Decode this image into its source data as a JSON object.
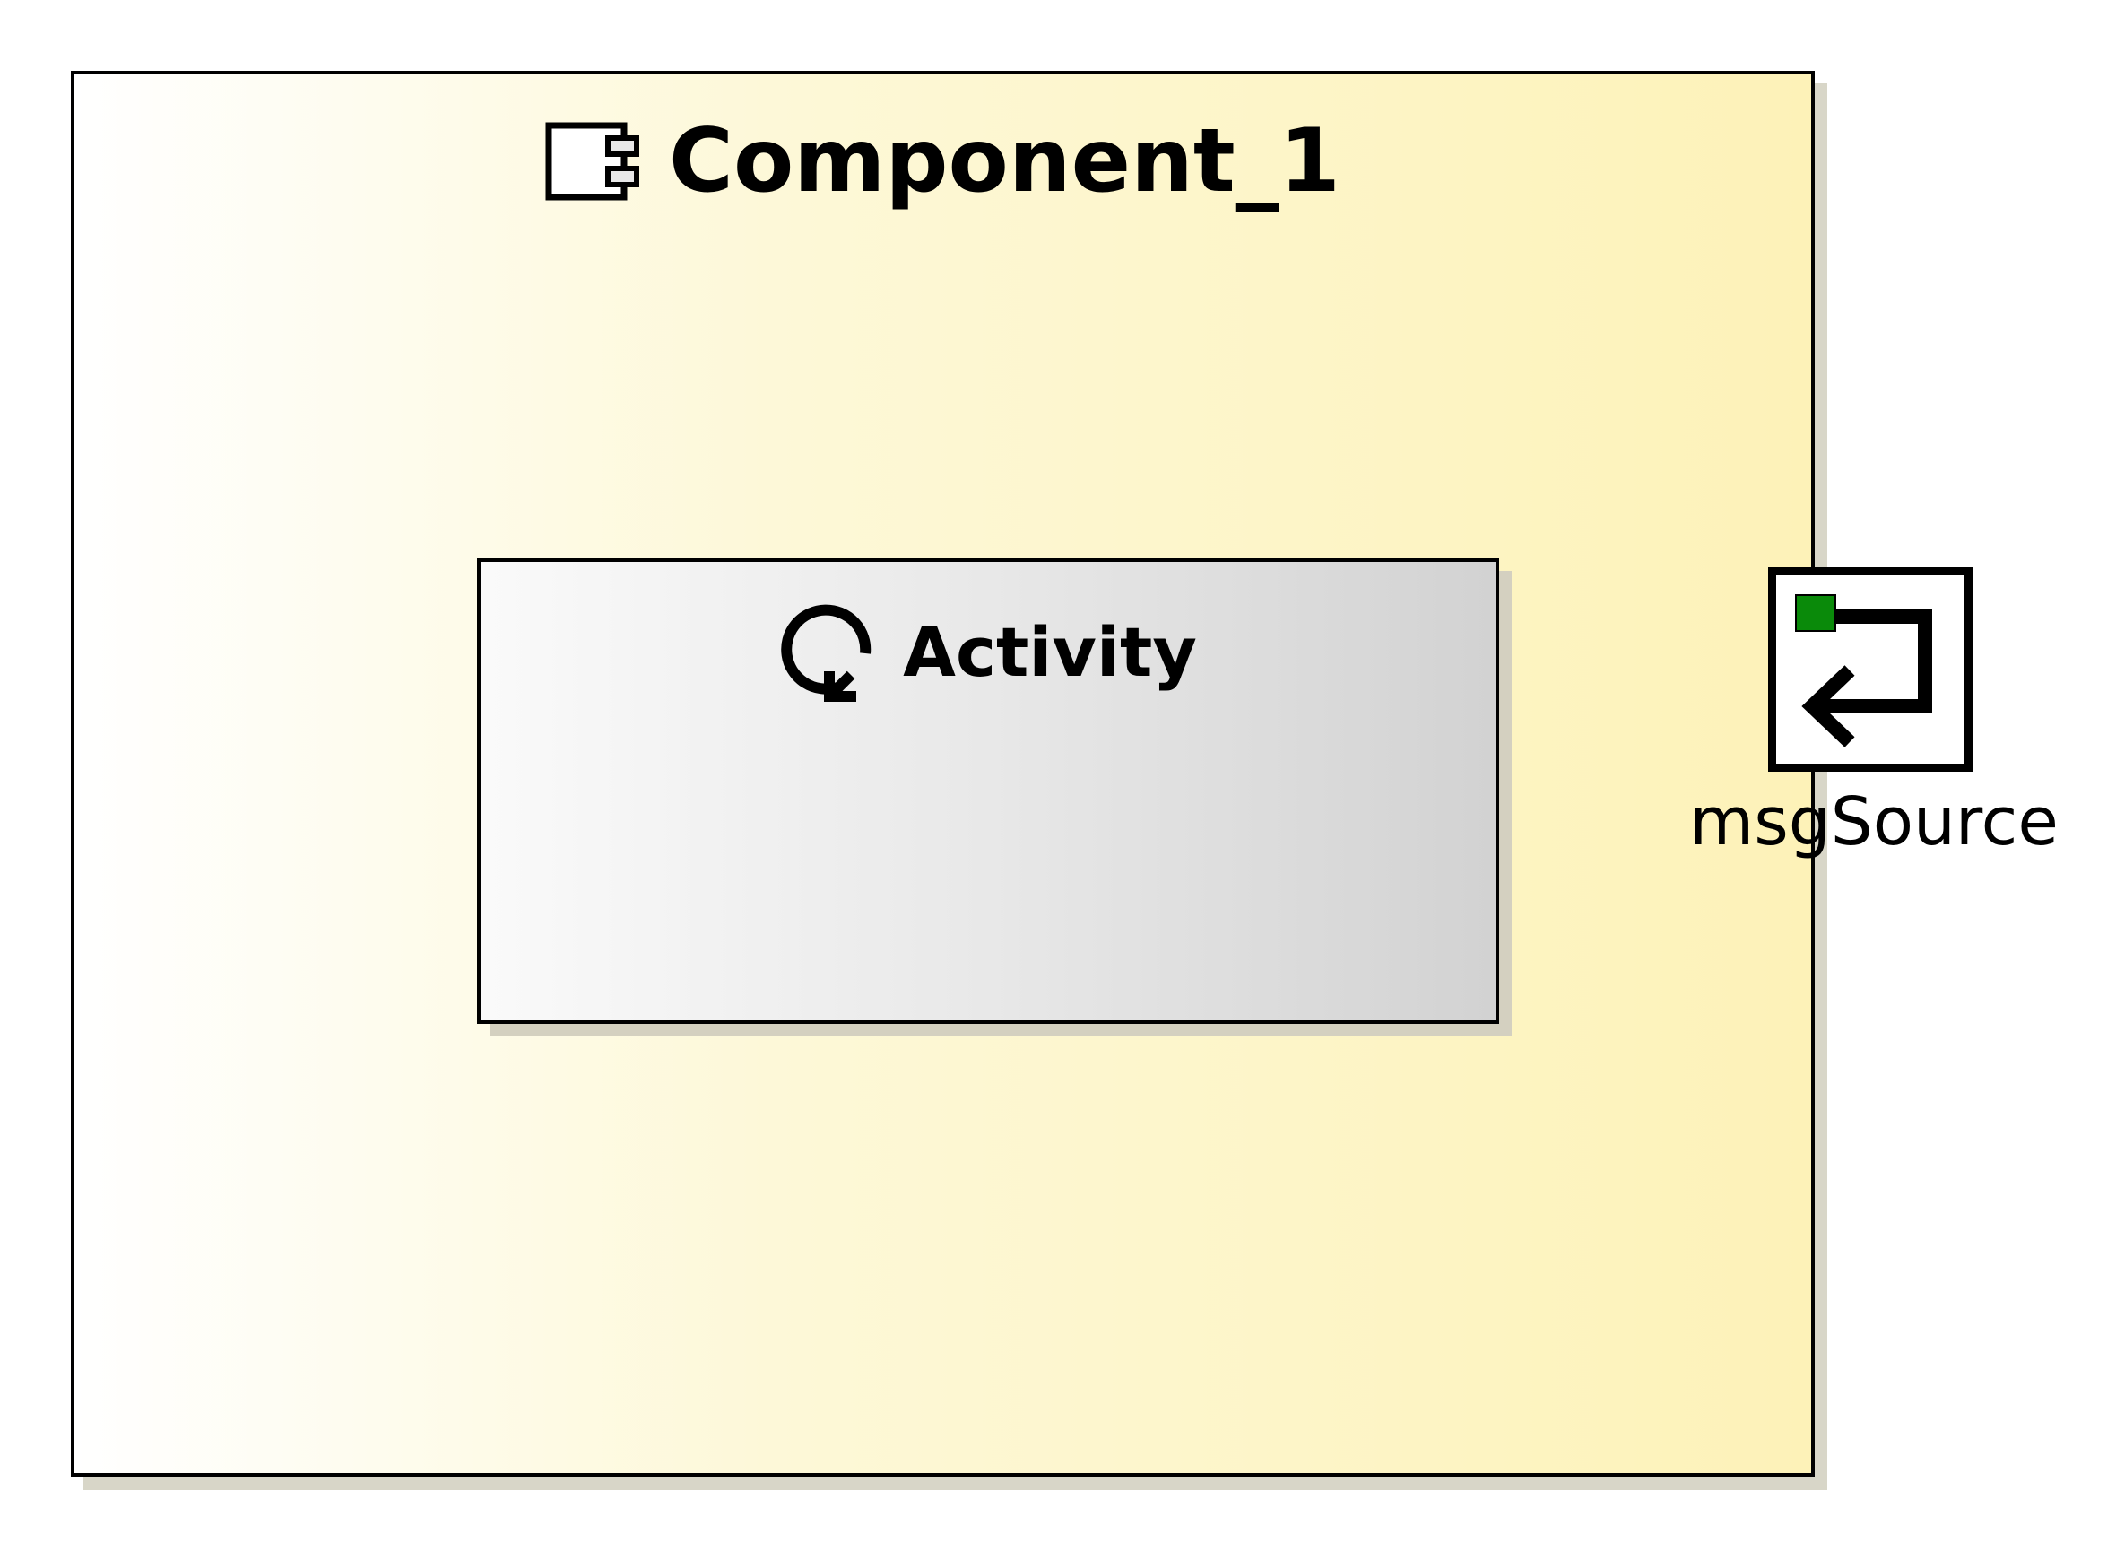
{
  "component": {
    "title": "Component_1",
    "icon": "component-icon",
    "fill_color_start": "#ffffff",
    "fill_color_end": "#fdf2b8"
  },
  "activity": {
    "title": "Activity",
    "icon": "activity-loop-icon",
    "fill_color_start": "#fafafa",
    "fill_color_end": "#d2d2d2"
  },
  "port": {
    "label": "msgSource",
    "icon": "message-source-port-icon",
    "indicator_color": "#0a8a0a"
  }
}
